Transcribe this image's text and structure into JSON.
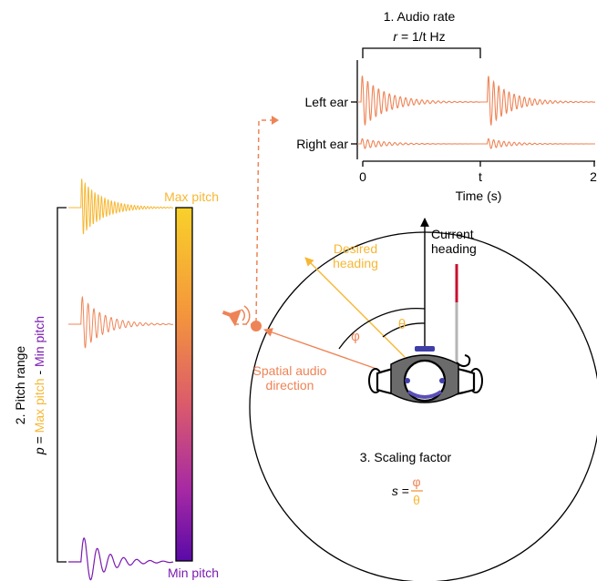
{
  "audio_rate": {
    "heading": "1. Audio rate",
    "formula_var": "r",
    "formula_rest": " = 1/t Hz"
  },
  "ear_labels": {
    "left": "Left ear",
    "right": "Right ear"
  },
  "time_axis": {
    "label": "Time (s)",
    "ticks": [
      "0",
      "t",
      "2"
    ]
  },
  "pitch": {
    "max_label": "Max pitch",
    "min_label": "Min pitch",
    "range_heading": "2. Pitch range",
    "range_var": "p",
    "range_eq": " = ",
    "range_max": "Max pitch",
    "range_minus": " - ",
    "range_min": "Min pitch"
  },
  "heading": {
    "desired_line1": "Desired",
    "desired_line2": "heading",
    "current_line1": "Current",
    "current_line2": "heading",
    "phi_symbol": "φ",
    "theta_symbol": "θ"
  },
  "spatial": {
    "line1": "Spatial audio",
    "line2": "direction"
  },
  "scaling": {
    "heading": "3. Scaling factor",
    "var": "s",
    "eq": " = ",
    "numerator": "φ",
    "denominator": "θ"
  },
  "colors": {
    "orange": "#ee8456",
    "yellow": "#f7b733",
    "purple": "#7a1ab0",
    "black": "#000000",
    "red_tip": "#c8102e"
  }
}
